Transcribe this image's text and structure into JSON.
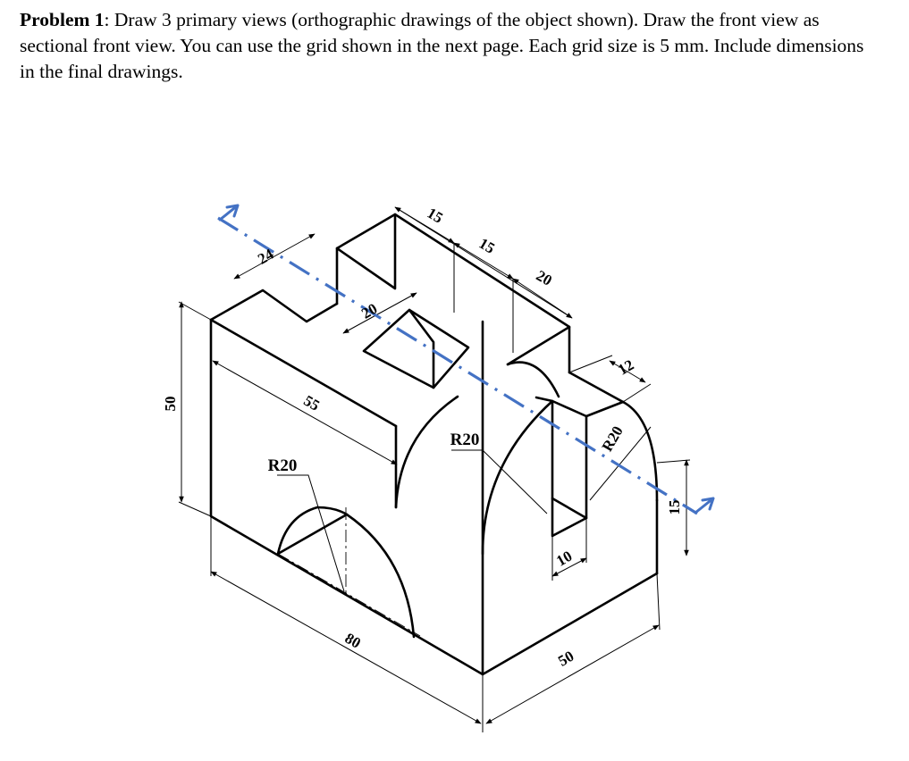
{
  "problem": {
    "label": "Problem 1",
    "text": ": Draw 3 primary views (orthographic drawings of the object shown). Draw the front view as sectional front view. You can use the grid shown in the next page. Each grid size is 5 mm. Include dimensions in the final drawings."
  },
  "dimensions": {
    "height_left": "50",
    "depth_top": "24",
    "slot_width": "20",
    "step_a": "15",
    "step_b": "15",
    "step_c": "20",
    "length_55": "55",
    "radius_left": "R20",
    "radius_mid": "R20",
    "width_12": "12",
    "radius_right": "R20",
    "slot_10": "10",
    "length_80": "80",
    "width_50": "50",
    "height_15": "15"
  },
  "colors": {
    "cutting_plane": "#4472c4",
    "lines": "#000000"
  }
}
